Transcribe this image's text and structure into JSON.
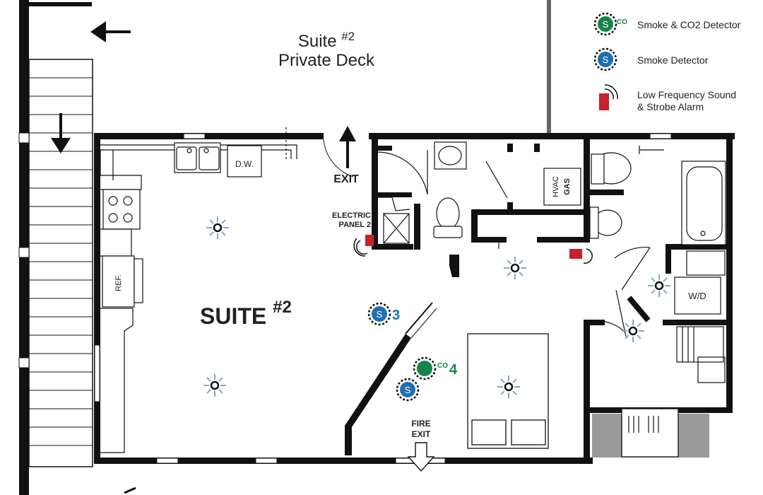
{
  "deck": {
    "line1": "Suite ",
    "suite_no": "#2",
    "line2": "Private Deck"
  },
  "suite": {
    "title": "SUITE ",
    "number": "#2"
  },
  "labels": {
    "exit": "EXIT",
    "electric_line1": "ELECTRIC",
    "electric_line2": "PANEL 2",
    "dishwasher": "D.W.",
    "refrigerator": "REF.",
    "hvac": "HVAC",
    "gas": "GAS",
    "washer_dryer": "W/D",
    "fire_exit_line1": "FIRE",
    "fire_exit_line2": "EXIT"
  },
  "legend": {
    "smoke_co2": "Smoke & CO2 Detector",
    "smoke": "Smoke Detector",
    "alarm_line1": "Low Frequency Sound",
    "alarm_line2": "& Strobe Alarm",
    "s_glyph": "S",
    "co_glyph": "CO"
  },
  "detectors": {
    "smoke_3_num": "3",
    "co_4_num": "4"
  },
  "colors": {
    "wall": "#111111",
    "smoke": "#1e6fb0",
    "co2": "#17834a",
    "alarm": "#c8202c",
    "deck_fill": "#9a9a9a"
  }
}
